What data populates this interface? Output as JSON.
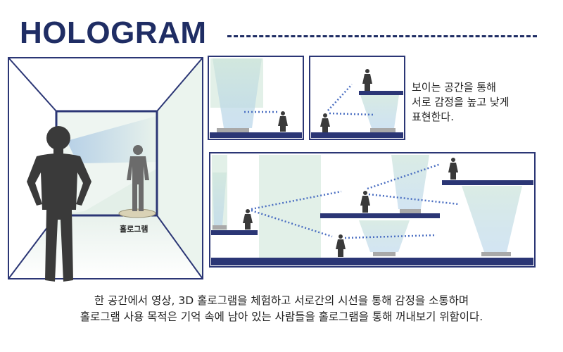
{
  "header": {
    "title": "HOLOGRAM"
  },
  "room": {
    "hologram_label": "홀로그램"
  },
  "side_caption": {
    "lines": [
      "보이는 공간을 통해",
      "서로 감정을 높고 낮게",
      "표현한다."
    ]
  },
  "bottom_caption": {
    "lines": [
      "한 공간에서 영상, 3D 홀로그램을 체험하고 서로간의 시선을 통해 감정을 소통하며",
      "홀로그램 사용 목적은 기억 속에 남아 있는 사람들을 홀로그램을 통해 꺼내보기 위함이다."
    ]
  },
  "colors": {
    "navy": "#1f2d64",
    "frame": "#2b3675",
    "light_green": "#dceee4",
    "light_blue": "#bcd6ec"
  }
}
